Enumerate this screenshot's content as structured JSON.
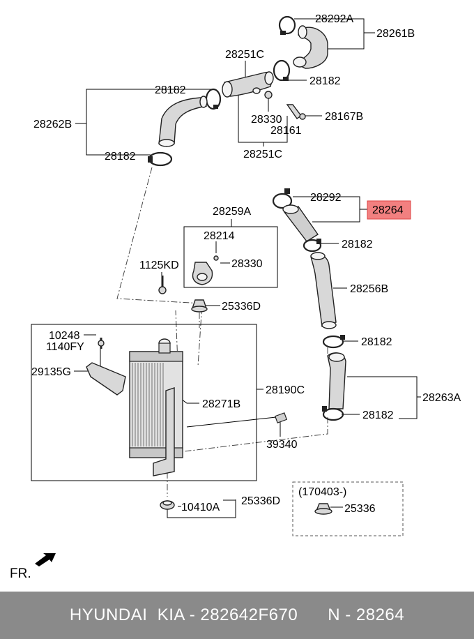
{
  "labels": {
    "p28292A": "28292A",
    "p28261B": "28261B",
    "p28251C_top": "28251C",
    "p28182_a": "28182",
    "p28182_b": "28182",
    "p28262B": "28262B",
    "p28330_a": "28330",
    "p28167B": "28167B",
    "p28161": "28161",
    "p28251C_bottom": "28251C",
    "p28182_c": "28182",
    "p28292": "28292",
    "p28264": "28264",
    "p28259A": "28259A",
    "p28214": "28214",
    "p28182_d": "28182",
    "p1125KD": "1125KD",
    "p28330_b": "28330",
    "p28256B": "28256B",
    "p25336D_a": "25336D",
    "p10248": "10248",
    "p1140FY": "1140FY",
    "p28182_e": "28182",
    "p29135G": "29135G",
    "p28190C": "28190C",
    "p28271B": "28271B",
    "p28263A": "28263A",
    "p28182_f": "28182",
    "p39340": "39340",
    "p170403": "(170403-)",
    "p25336D_b": "25336D",
    "p10410A": "10410A",
    "p25336": "25336",
    "fr": "FR."
  },
  "highlight": {
    "part": "28264",
    "color": "#f28080"
  },
  "footer": {
    "brand": "HYUNDAI  KIA - 282642F670",
    "number": "N - 28264"
  }
}
